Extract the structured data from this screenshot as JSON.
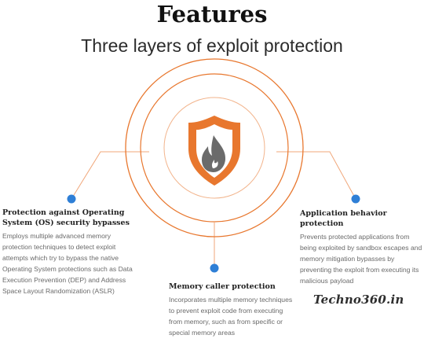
{
  "header": {
    "title": "Features",
    "subtitle": "Three layers of exploit protection"
  },
  "colors": {
    "accent_orange": "#e8772e",
    "ring_orange": "#f0a77a",
    "flame_gray": "#6b6b6b",
    "dot_blue": "#2f7fd6"
  },
  "icons": {
    "center": "shield-flame-icon",
    "markers": "dot-marker"
  },
  "features": [
    {
      "heading": "Protection against Operating System (OS) security bypasses",
      "body": "Employs multiple advanced memory protection techniques to detect exploit attempts which try to bypass the native Operating System protections such as Data Execution Prevention (DEP) and Address Space Layout Randomization (ASLR)"
    },
    {
      "heading": "Memory caller protection",
      "body": "Incorporates multiple memory techniques to prevent exploit code from executing from memory, such as from specific or special memory areas"
    },
    {
      "heading": "Application behavior protection",
      "body": "Prevents protected applications from being exploited by sandbox escapes and memory mitigation bypasses by preventing the exploit from executing its malicious payload"
    }
  ],
  "watermark": "Techno360.in"
}
